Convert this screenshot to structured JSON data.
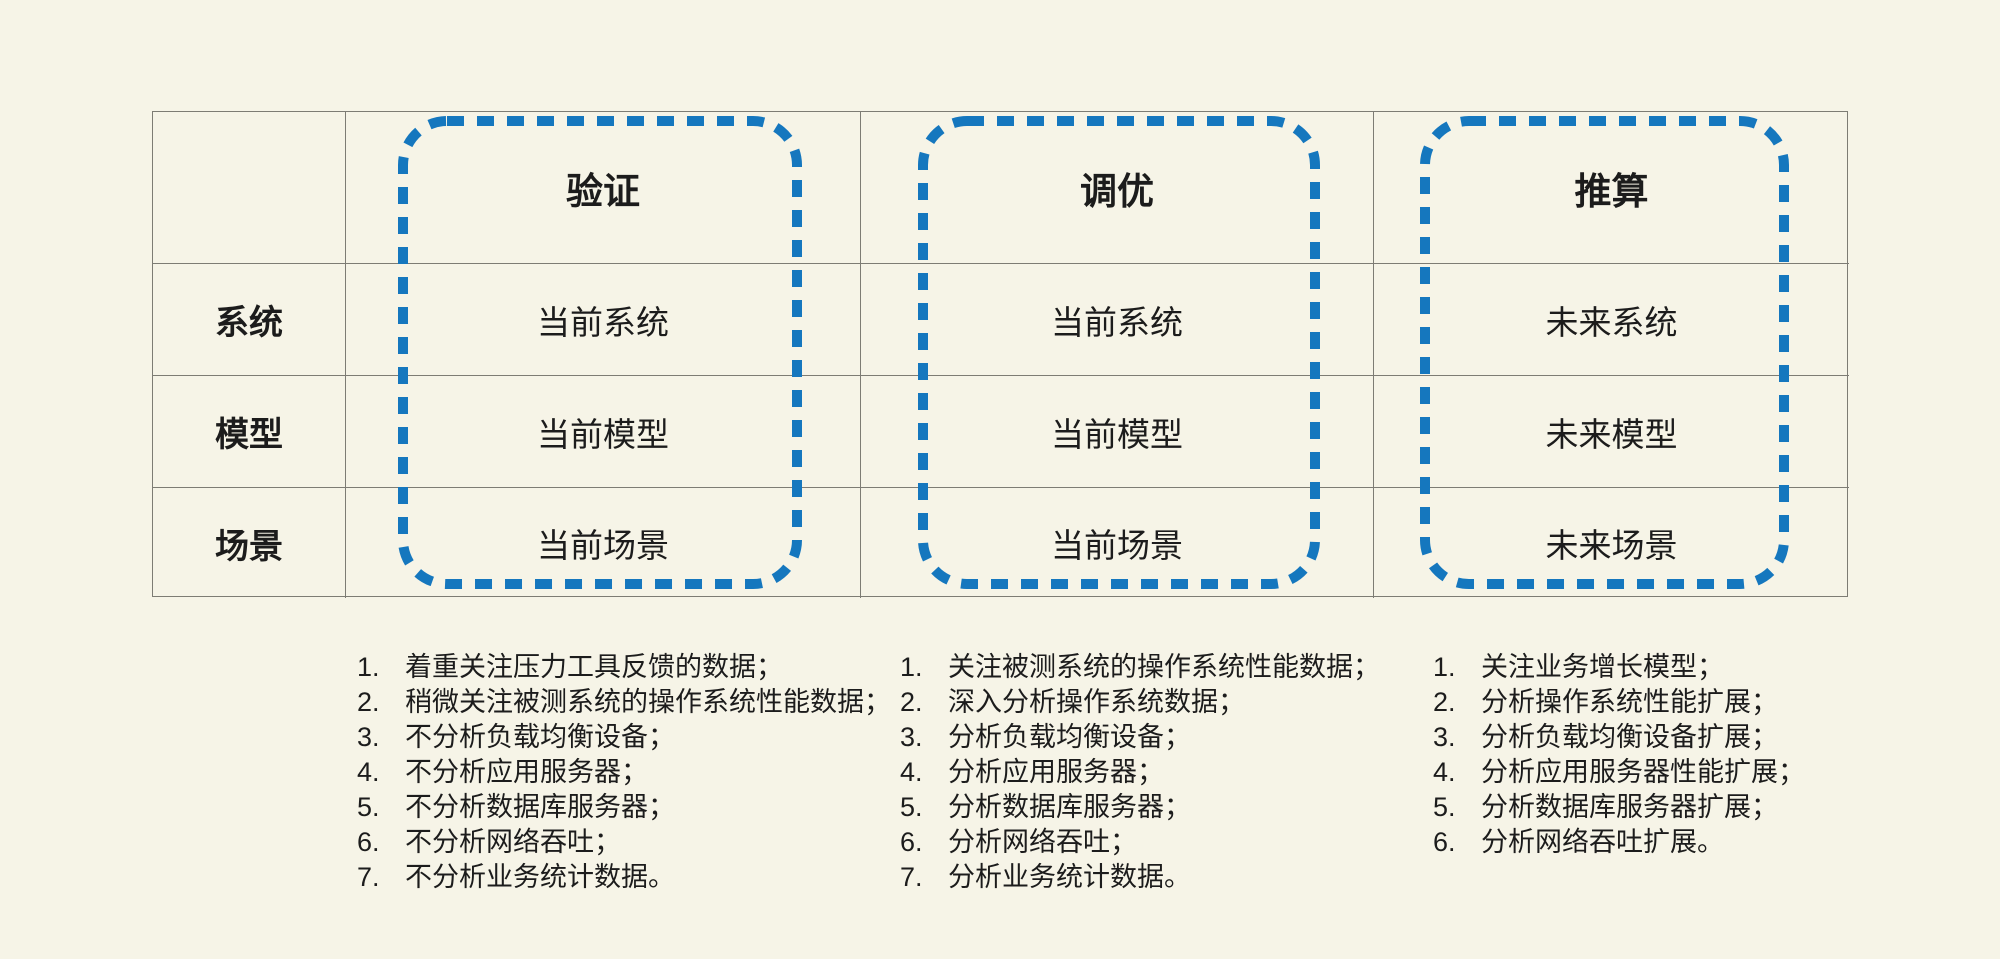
{
  "table": {
    "corner": "",
    "row_headers": [
      "系统",
      "模型",
      "场景"
    ],
    "columns": [
      {
        "header": "验证",
        "cells": [
          "当前系统",
          "当前模型",
          "当前场景"
        ]
      },
      {
        "header": "调优",
        "cells": [
          "当前系统",
          "当前模型",
          "当前场景"
        ]
      },
      {
        "header": "推算",
        "cells": [
          "未来系统",
          "未来模型",
          "未来场景"
        ]
      }
    ]
  },
  "notes": [
    {
      "items": [
        {
          "n": "1.",
          "t": "着重关注压力工具反馈的数据；"
        },
        {
          "n": "2.",
          "t": "稍微关注被测系统的操作系统性能数据；"
        },
        {
          "n": "3.",
          "t": "不分析负载均衡设备；"
        },
        {
          "n": "4.",
          "t": "不分析应用服务器；"
        },
        {
          "n": "5.",
          "t": "不分析数据库服务器；"
        },
        {
          "n": "6.",
          "t": "不分析网络吞吐；"
        },
        {
          "n": "7.",
          "t": "不分析业务统计数据。"
        }
      ]
    },
    {
      "items": [
        {
          "n": "1.",
          "t": "关注被测系统的操作系统性能数据；"
        },
        {
          "n": "2.",
          "t": "深入分析操作系统数据；"
        },
        {
          "n": "3.",
          "t": "分析负载均衡设备；"
        },
        {
          "n": "4.",
          "t": "分析应用服务器；"
        },
        {
          "n": "5.",
          "t": "分析数据库服务器；"
        },
        {
          "n": "6.",
          "t": "分析网络吞吐；"
        },
        {
          "n": "7.",
          "t": "分析业务统计数据。"
        }
      ]
    },
    {
      "items": [
        {
          "n": "1.",
          "t": "关注业务增长模型；"
        },
        {
          "n": "2.",
          "t": "分析操作系统性能扩展；"
        },
        {
          "n": "3.",
          "t": "分析负载均衡设备扩展；"
        },
        {
          "n": "4.",
          "t": "分析应用服务器性能扩展；"
        },
        {
          "n": "5.",
          "t": "分析数据库服务器扩展；"
        },
        {
          "n": "6.",
          "t": "分析网络吞吐扩展。"
        }
      ]
    }
  ],
  "colors": {
    "accent_blue": "#1577be",
    "background": "#f6f4e7",
    "grid_line": "#7d7c74",
    "text_color": "#1c1c1c"
  }
}
